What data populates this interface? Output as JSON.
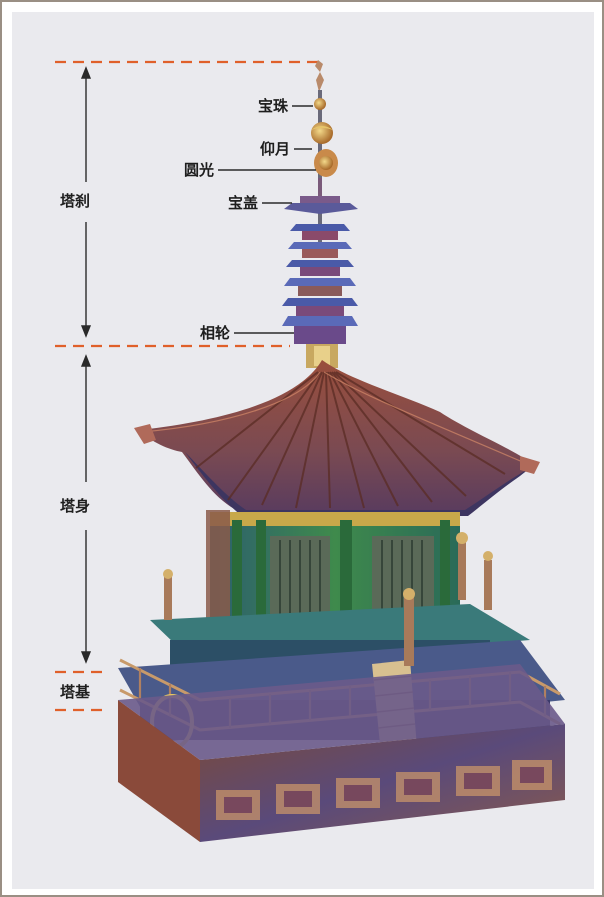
{
  "zones": {
    "spire": "塔刹",
    "body": "塔身",
    "base": "塔基"
  },
  "parts": {
    "jewel": "宝珠",
    "crescent": "仰月",
    "halo": "圆光",
    "canopy": "宝盖",
    "rings": "相轮"
  },
  "colors": {
    "divider": "#e0602a",
    "arrow": "#2a2a2a",
    "roof": "#8a4a3a",
    "walls": "#2f7a5a",
    "frame_border": "#9a8f84",
    "background": "#eaeaee"
  }
}
